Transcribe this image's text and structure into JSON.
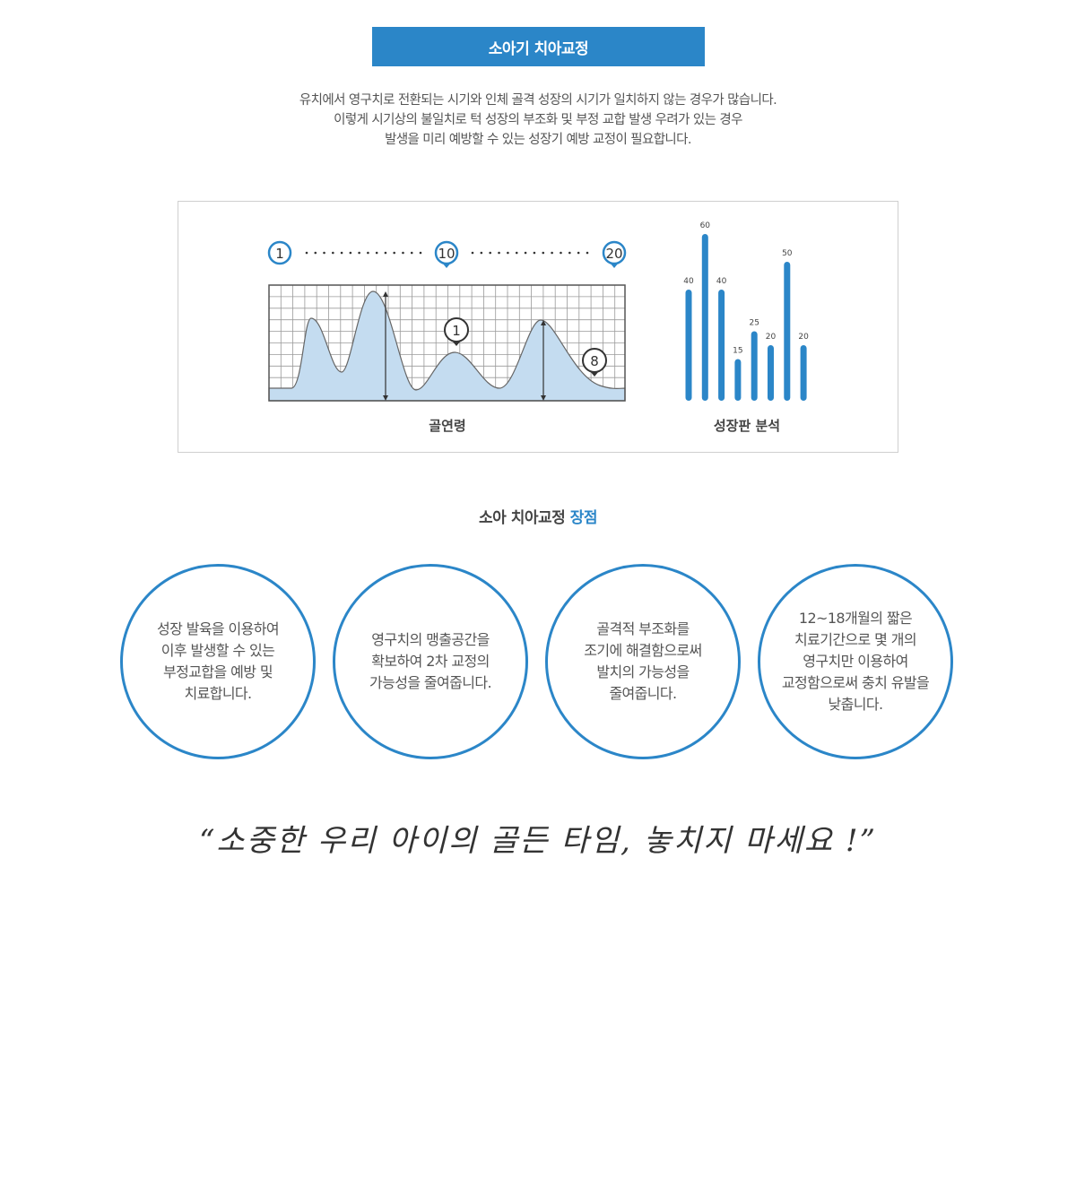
{
  "header": {
    "title": "소아기 치아교정"
  },
  "intro": {
    "lines": [
      "유치에서 영구치로 전환되는 시기와 인체 골격 성장의 시기가 일치하지 않는 경우가 많습니다.",
      "이렇게 시기상의 불일치로 턱 성장의 부조화 및 부정 교합 발생 우려가 있는 경우",
      "발생을 미리 예방할 수 있는 성장기 예방 교정이 필요합니다."
    ]
  },
  "figure": {
    "left_chart": {
      "label": "골연령",
      "timeline_markers": [
        "1",
        "10",
        "20"
      ],
      "peak_markers": [
        "1",
        "8"
      ]
    },
    "right_chart": {
      "label": "성장판 분석"
    }
  },
  "chart_data": {
    "type": "bar",
    "values": [
      40,
      60,
      40,
      15,
      25,
      20,
      50,
      20
    ],
    "data_labels": [
      "40",
      "60",
      "40",
      "15",
      "25",
      "20",
      "50",
      "20"
    ],
    "xlabel": "성장판 분석",
    "ylim": [
      0,
      60
    ],
    "color": "#2b86c8"
  },
  "advantages": {
    "title_prefix": "소아 치아교정",
    "title_accent": "장점",
    "items": [
      {
        "lines": [
          "성장 발육을 이용하여",
          "이후 발생할 수 있는",
          "부정교합을 예방 및",
          "치료합니다."
        ]
      },
      {
        "lines": [
          "영구치의 맹출공간을",
          "확보하여 2차 교정의",
          "가능성을 줄여줍니다."
        ]
      },
      {
        "lines": [
          "골격적 부조화를",
          "조기에 해결함으로써",
          "발치의 가능성을",
          "줄여줍니다."
        ]
      },
      {
        "lines": [
          "12~18개월의 짧은",
          "치료기간으로 몇 개의",
          "영구치만 이용하여",
          "교정함으로써 충치 유발을",
          "낮춥니다."
        ]
      }
    ]
  },
  "quote": {
    "text": "“소중한 우리 아이의 골든 타임, 놓치지 마세요 !”"
  },
  "colors": {
    "accent": "#2b86c8",
    "fill": "#c4dcf0",
    "grid": "#9a9a9a"
  }
}
